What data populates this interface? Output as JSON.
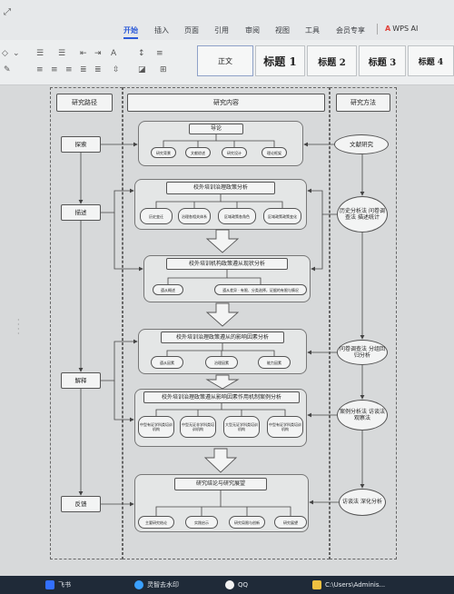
{
  "ribbon": {
    "tabs": [
      {
        "label": "开始",
        "active": true
      },
      {
        "label": "插入"
      },
      {
        "label": "页面"
      },
      {
        "label": "引用"
      },
      {
        "label": "审阅"
      },
      {
        "label": "视图"
      },
      {
        "label": "工具"
      },
      {
        "label": "会员专享"
      }
    ],
    "ai_label": "WPS AI",
    "styles": [
      "正文",
      "标题 1",
      "标题 2",
      "标题 3",
      "标题 4"
    ]
  },
  "flowchart": {
    "col_headers": {
      "path": "研究路径",
      "content": "研究内容",
      "method": "研究方法"
    },
    "path_steps": [
      "探索",
      "描述",
      "解释",
      "反馈"
    ],
    "groups": [
      {
        "title": "导论",
        "items": [
          "研究背景",
          "文献综述",
          "研究设计",
          "理论框架"
        ]
      },
      {
        "title": "校外培训治理政策分析",
        "items": [
          "历史变迁",
          "治理各相关体系",
          "区域政策各角色",
          "区域政策政策变化"
        ]
      },
      {
        "title": "校外培训机构政策遵从现状分析",
        "items": [
          "遵从概述",
          "遵从差异 · 有限、分类选择，证据的有限与情况"
        ]
      },
      {
        "title": "校外培训治理政策遵从的影响因素分析",
        "items": [
          "遵从因素",
          "治理因素",
          "能力因素"
        ]
      },
      {
        "title": "校外培训治理政策遵从影响因素作用机制案例分析",
        "items": [
          "中型有证学科类培训机构",
          "中型无证非学科类培训机构",
          "大型无证学科类培训机构",
          "中型有证学科类培训机构"
        ]
      },
      {
        "title": "研究结论与研究展望",
        "items": [
          "主要研究结论",
          "实践启示",
          "研究局限与创新",
          "研究展望"
        ]
      }
    ],
    "methods": [
      "文献研究",
      "历史分析法 问卷调查法 描述统计",
      "问卷调查法 分组回归分析",
      "案例分析法 访谈法 观察法",
      "访谈法 深化分析"
    ]
  },
  "taskbar": {
    "items": [
      {
        "label": "飞书",
        "color": "#3370ff"
      },
      {
        "label": "灵智去水印",
        "color": "#3aa0ff"
      },
      {
        "label": "QQ",
        "color": "#f2f2f2"
      },
      {
        "label": "C:\\Users\\Adminis...",
        "color": "#f0c040"
      }
    ]
  }
}
